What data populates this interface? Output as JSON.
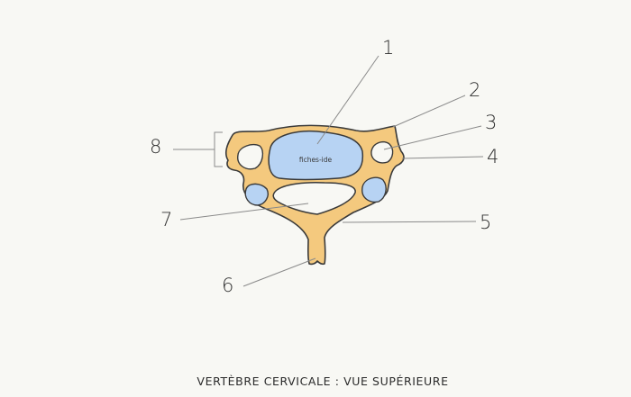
{
  "colors": {
    "bone": "#f4c97e",
    "outline": "#3a3a3a",
    "canal": "#b7d3f3",
    "background": "#f8f8f4",
    "leader": "#8a8a8a"
  },
  "watermark": "fiches-ide",
  "caption": "VERTÈBRE CERVICALE : VUE SUPÉRIEURE",
  "labels": [
    {
      "id": "1",
      "text": "1"
    },
    {
      "id": "2",
      "text": "2"
    },
    {
      "id": "3",
      "text": "3"
    },
    {
      "id": "4",
      "text": "4"
    },
    {
      "id": "5",
      "text": "5"
    },
    {
      "id": "6",
      "text": "6"
    },
    {
      "id": "7",
      "text": "7"
    },
    {
      "id": "8",
      "text": "8"
    }
  ]
}
